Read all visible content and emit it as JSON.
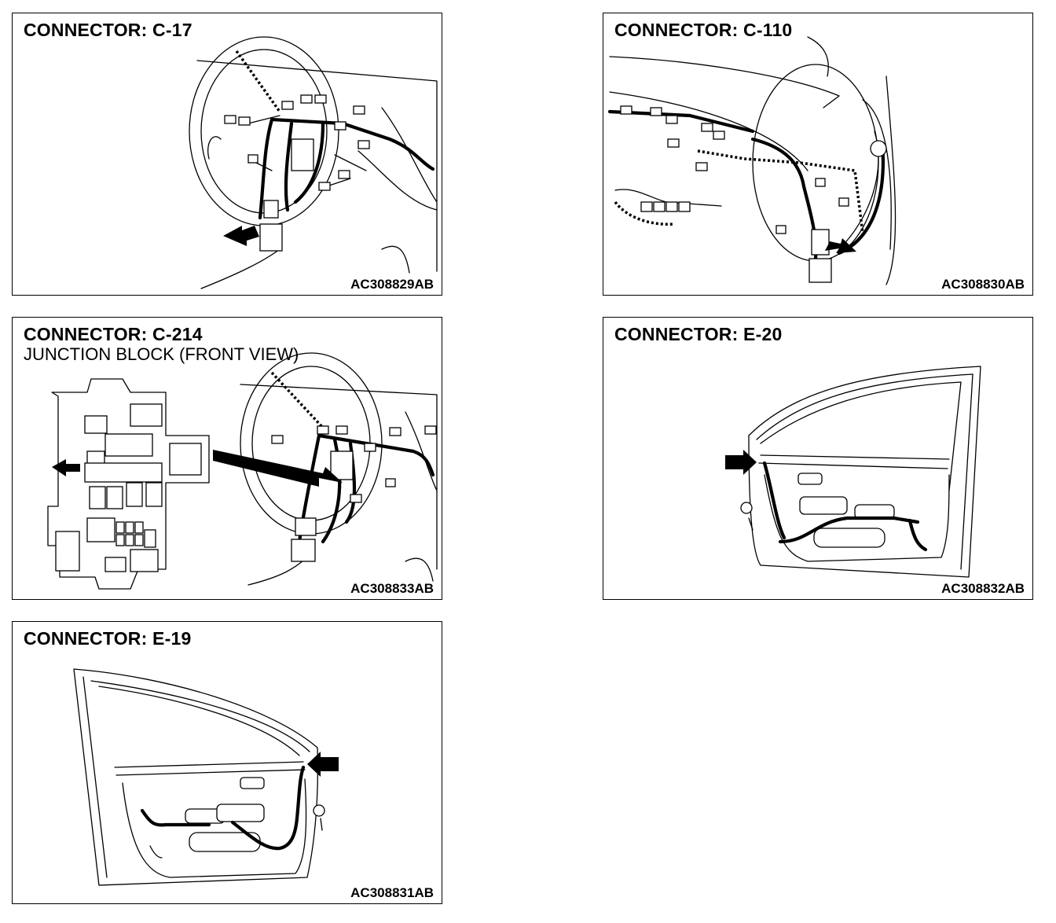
{
  "panels": [
    {
      "title": "CONNECTOR: C-17",
      "code": "AC308829AB"
    },
    {
      "title": "CONNECTOR: C-110",
      "code": "AC308830AB"
    },
    {
      "title": "CONNECTOR: C-214",
      "subtitle": "JUNCTION BLOCK (FRONT VIEW)",
      "code": "AC308833AB"
    },
    {
      "title": "CONNECTOR: E-20",
      "code": "AC308832AB"
    },
    {
      "title": "CONNECTOR: E-19",
      "code": "AC308831AB"
    }
  ]
}
